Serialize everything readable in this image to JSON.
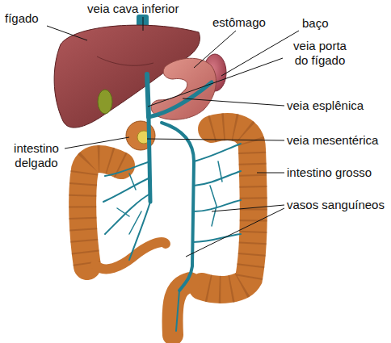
{
  "diagram": {
    "labels": [
      "fígado",
      "veia cava inferior",
      "estômago",
      "baço",
      "veia porta do fígado",
      "veia esplênica",
      "veia mesentérica",
      "intestino delgado",
      "intestino grosso",
      "vasos sanguíneos"
    ]
  }
}
